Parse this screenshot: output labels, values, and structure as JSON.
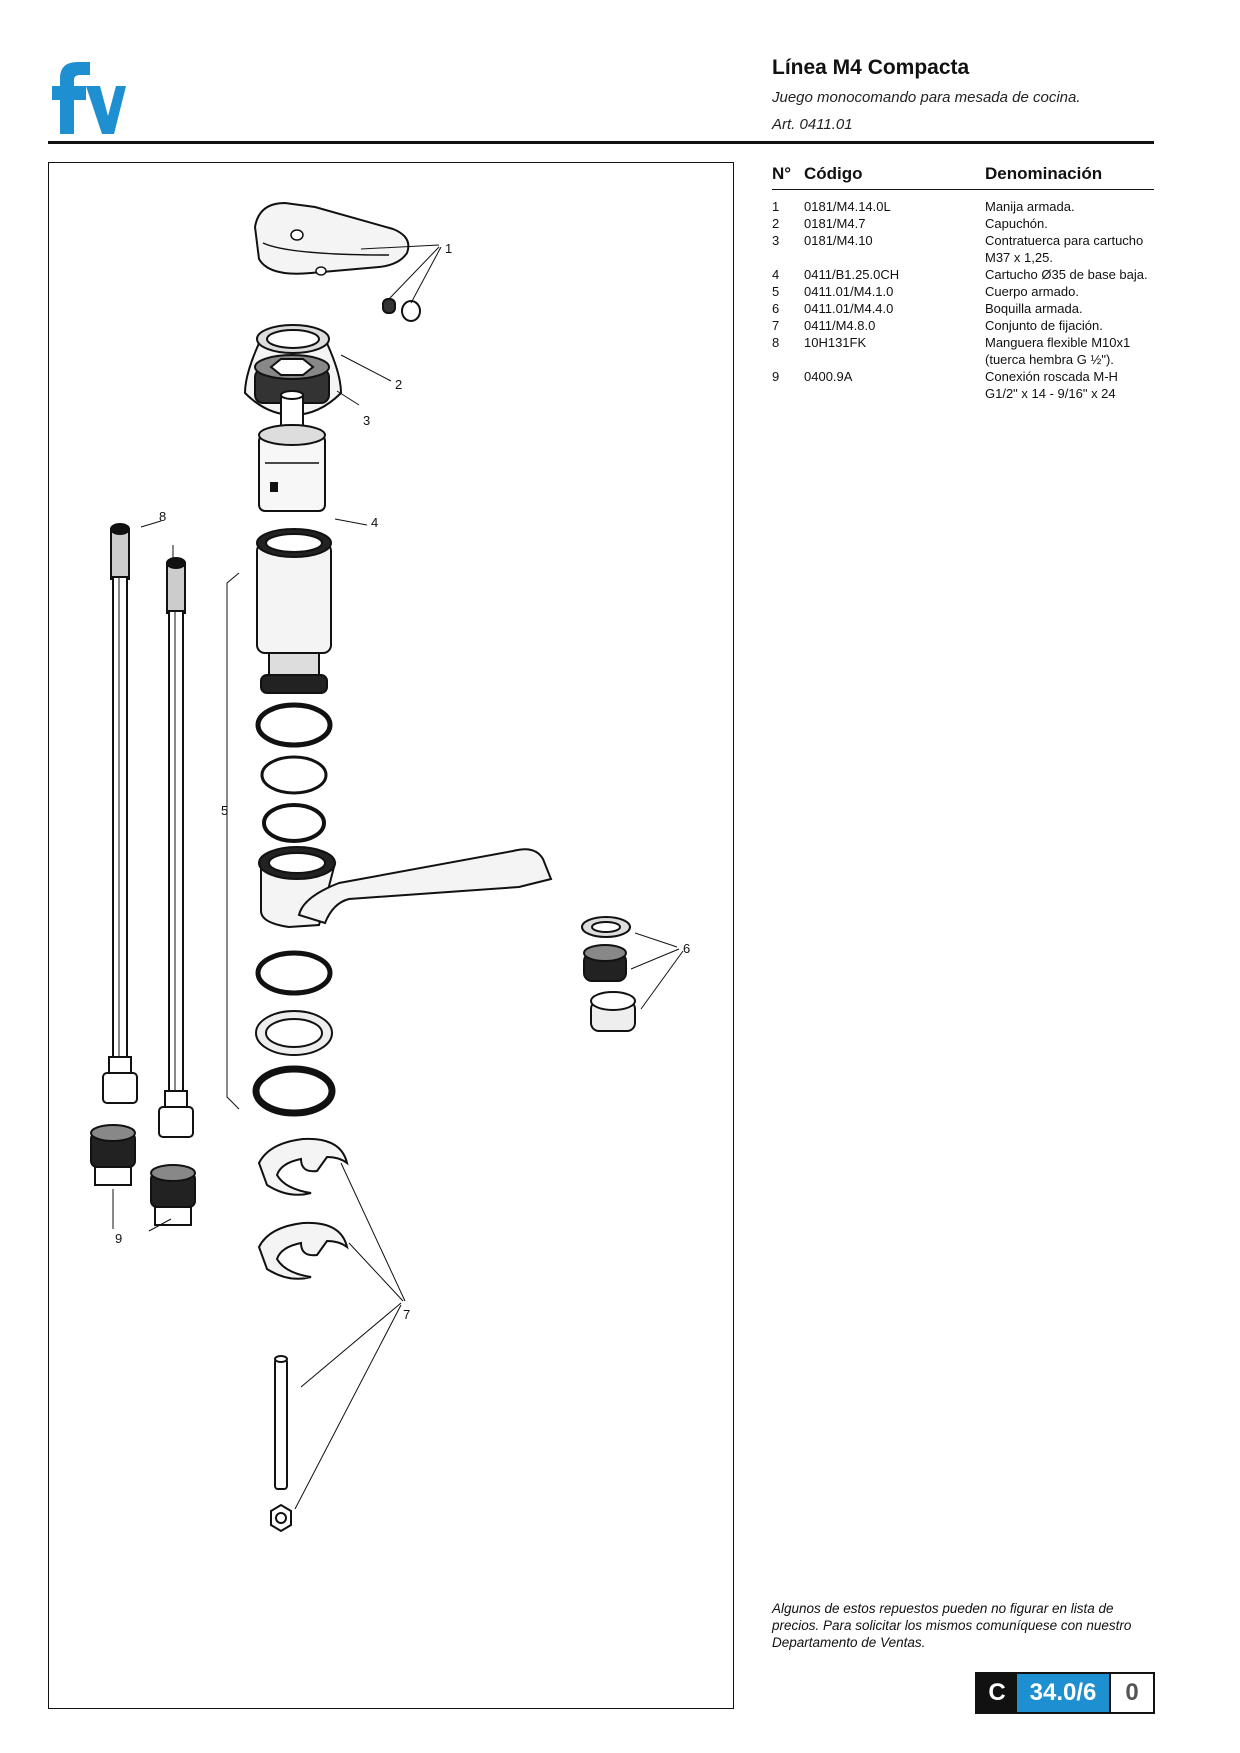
{
  "brand": {
    "logo_icon": "fv-logo-icon",
    "logo_text": "fv",
    "color": "#1e8fd0"
  },
  "header": {
    "title": "Línea M4 Compacta",
    "subtitle": "Juego monocomando para mesada de cocina.",
    "article": "Art. 0411.01"
  },
  "table": {
    "headers": {
      "num": "N°",
      "code": "Código",
      "name": "Denominación"
    },
    "rows": [
      {
        "num": "1",
        "code": "0181/M4.14.0L",
        "name": "Manija armada."
      },
      {
        "num": "2",
        "code": "0181/M4.7",
        "name": "Capuchón."
      },
      {
        "num": "3",
        "code": "0181/M4.10",
        "name": "Contratuerca para cartucho M37 x 1,25."
      },
      {
        "num": "4",
        "code": "0411/B1.25.0CH",
        "name": "Cartucho Ø35 de base baja."
      },
      {
        "num": "5",
        "code": "0411.01/M4.1.0",
        "name": "Cuerpo armado."
      },
      {
        "num": "6",
        "code": "0411.01/M4.4.0",
        "name": "Boquilla armada."
      },
      {
        "num": "7",
        "code": "0411/M4.8.0",
        "name": "Conjunto de fijación."
      },
      {
        "num": "8",
        "code": "10H131FK",
        "name": "Manguera flexible M10x1 (tuerca hembra G ½\")."
      },
      {
        "num": "9",
        "code": "0400.9A",
        "name": "Conexión roscada M-H G1/2\" x 14 - 9/16\" x 24"
      }
    ]
  },
  "diagram": {
    "callouts": [
      "1",
      "2",
      "3",
      "4",
      "5",
      "6",
      "7",
      "8",
      "9"
    ]
  },
  "footnote": "Algunos de estos repuestos pueden no figurar en lista de precios. Para solicitar los mismos comuníquese con nuestro Departamento de Ventas.",
  "page_code": {
    "section": "C",
    "number": "34.0/6",
    "revision": "0",
    "accent": "#1e8fd0"
  }
}
